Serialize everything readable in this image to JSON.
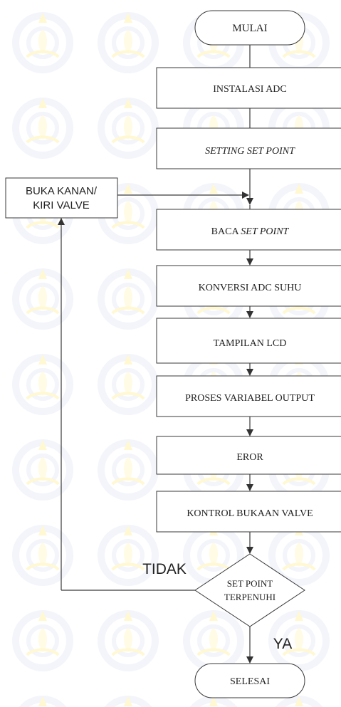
{
  "flowchart": {
    "start": "MULAI",
    "steps": [
      {
        "text": "INSTALASI ADC"
      },
      {
        "text": "SETTING SET POINT",
        "italic": true
      },
      {
        "prefix": "BACA ",
        "italic_part": "SET POINT"
      },
      {
        "text": "KONVERSI ADC SUHU"
      },
      {
        "text": "TAMPILAN LCD"
      },
      {
        "text": "PROSES VARIABEL OUTPUT"
      },
      {
        "text": "EROR"
      },
      {
        "text": "KONTROL BUKAAN VALVE"
      }
    ],
    "decision": {
      "line1": "SET POINT",
      "line2": "TERPENUHI"
    },
    "side_box": {
      "line1": "BUKA KANAN/",
      "line2": "KIRI VALVE"
    },
    "no_label": "TIDAK",
    "yes_label": "YA",
    "end": "SELESAI"
  }
}
